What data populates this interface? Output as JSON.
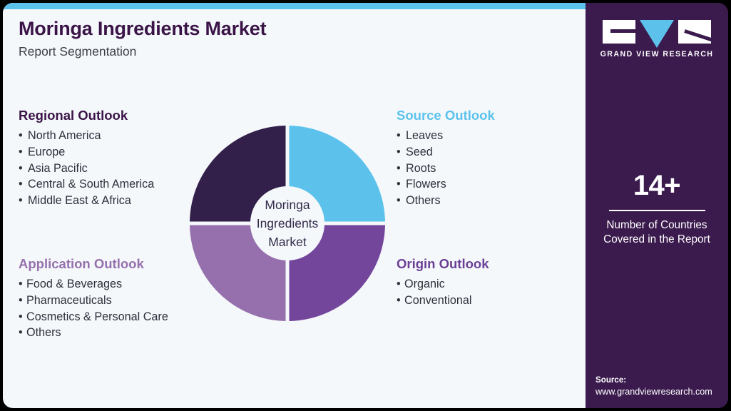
{
  "header": {
    "title": "Moringa Ingredients Market",
    "subtitle": "Report Segmentation"
  },
  "colors": {
    "accent_blue": "#5cc2ec",
    "dark_purple": "#33204a",
    "mid_purple": "#74469b",
    "light_purple": "#9670ac",
    "sidebar_purple": "#3b1b4e",
    "panel_bg": "#f4f8fb",
    "title_purple": "#3b1447"
  },
  "outlooks": {
    "regional": {
      "heading": "Regional Outlook",
      "items": [
        "North America",
        "Europe",
        "Asia Pacific",
        "Central & South America",
        "Middle East & Africa"
      ]
    },
    "source": {
      "heading": "Source Outlook",
      "items": [
        "Leaves",
        "Seed",
        "Roots",
        "Flowers",
        "Others"
      ]
    },
    "application": {
      "heading": "Application Outlook",
      "items": [
        "Food & Beverages",
        "Pharmaceuticals",
        "Cosmetics & Personal Care",
        "Others"
      ]
    },
    "origin": {
      "heading": "Origin Outlook",
      "items": [
        "Organic",
        "Conventional"
      ]
    }
  },
  "chart_data": {
    "type": "pie",
    "title": "Moringa Ingredients Market",
    "center_label_lines": [
      "Moringa",
      "Ingredients",
      "Market"
    ],
    "categories": [
      "Source Outlook",
      "Origin Outlook",
      "Application Outlook",
      "Regional Outlook"
    ],
    "values": [
      25,
      25,
      25,
      25
    ],
    "colors": [
      "#5cc2ec",
      "#74469b",
      "#9670ac",
      "#33204a"
    ],
    "legend": "none",
    "notes": "Donut chart split into four equal quadrants, one per segmentation axis"
  },
  "sidebar": {
    "logo": {
      "wordmark": "GRAND VIEW RESEARCH"
    },
    "stat": {
      "value": "14+",
      "label_line1": "Number of Countries",
      "label_line2": "Covered in the Report"
    },
    "source": {
      "title": "Source:",
      "url": "www.grandviewresearch.com"
    }
  },
  "bullet_char": "•"
}
